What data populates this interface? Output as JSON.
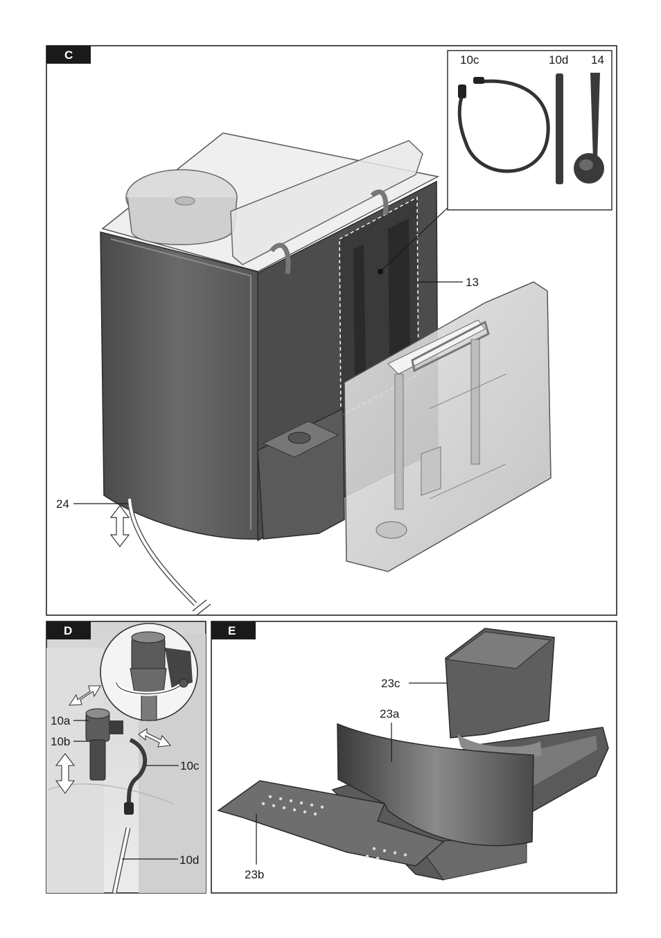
{
  "panels": {
    "c": {
      "tag": "C"
    },
    "d": {
      "tag": "D"
    },
    "e": {
      "tag": "E"
    }
  },
  "labels": {
    "c_inset_hose": "10c",
    "c_inset_tube": "10d",
    "c_inset_spoon": "14",
    "c_storage": "13",
    "c_power_cord": "24",
    "d_nozzle_top": "10a",
    "d_nozzle_body": "10b",
    "d_hose": "10c",
    "d_tube": "10d",
    "e_drip_container": "23c",
    "e_cover": "23a",
    "e_drip_plate": "23b"
  },
  "colors": {
    "panel_border": "#222222",
    "tag_background": "#1a1a1a",
    "machine_body": "#5e5e5e",
    "machine_dark": "#3e3e3e",
    "transparent_part": "#d6d6d6",
    "background_panel": "#e2e2e2"
  }
}
